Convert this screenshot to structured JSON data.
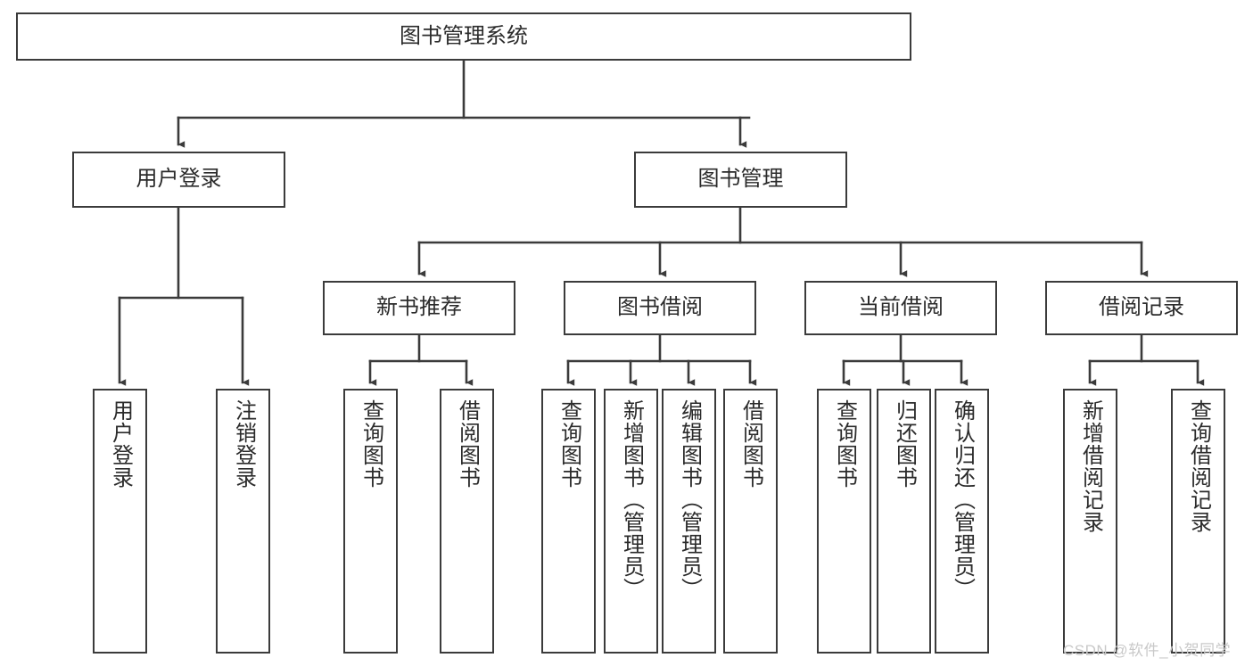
{
  "diagram": {
    "title": "图书管理系统",
    "type": "tree-hierarchy-chart",
    "colors": {
      "box_border": "#3b3b3b",
      "box_fill": "#ffffff",
      "connector": "#3b3b3b",
      "text": "#2b2b2b",
      "watermark": "#c9c9c9"
    },
    "nodes": {
      "root": {
        "label": "图书管理系统"
      },
      "level2": [
        {
          "label": "用户登录"
        },
        {
          "label": "图书管理"
        }
      ],
      "level3": [
        {
          "label": "新书推荐"
        },
        {
          "label": "图书借阅"
        },
        {
          "label": "当前借阅"
        },
        {
          "label": "借阅记录"
        }
      ],
      "leaves_user_login": [
        {
          "label": "用户登录"
        },
        {
          "label": "注销登录"
        }
      ],
      "leaves_new_book": [
        {
          "label": "查询图书"
        },
        {
          "label": "借阅图书"
        }
      ],
      "leaves_borrow": [
        {
          "label": "查询图书"
        },
        {
          "label": "新增图书（管理员）"
        },
        {
          "label": "编辑图书（管理员）"
        },
        {
          "label": "借阅图书"
        }
      ],
      "leaves_current": [
        {
          "label": "查询图书"
        },
        {
          "label": "归还图书"
        },
        {
          "label": "确认归还（管理员）"
        }
      ],
      "leaves_record": [
        {
          "label": "新增借阅记录"
        },
        {
          "label": "查询借阅记录"
        }
      ]
    },
    "watermark": "CSDN @软件_小贺同学"
  }
}
